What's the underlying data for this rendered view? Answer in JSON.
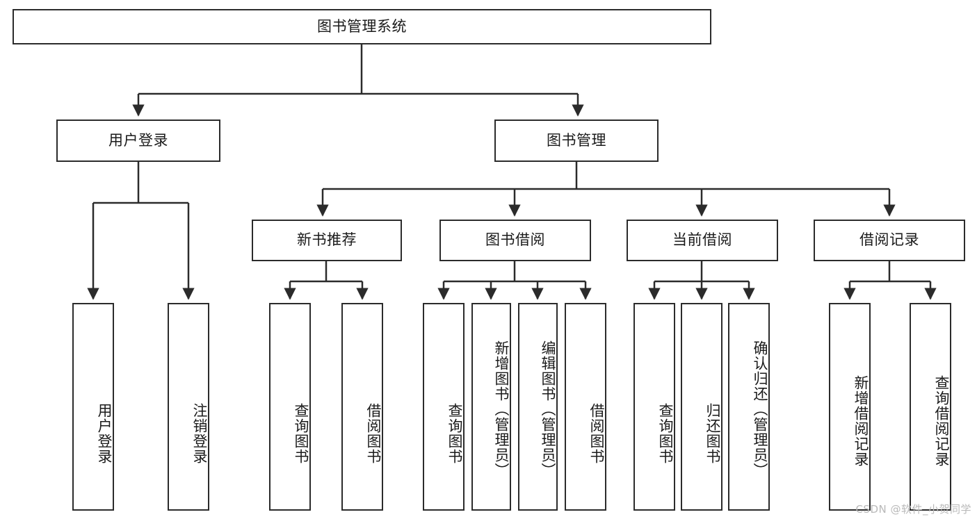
{
  "diagram": {
    "title_node": {
      "label": "图书管理系统"
    },
    "level2": [
      {
        "id": "user-login",
        "label": "用户登录"
      },
      {
        "id": "book-management",
        "label": "图书管理"
      }
    ],
    "level3": [
      {
        "id": "new-book-recommend",
        "label": "新书推荐"
      },
      {
        "id": "book-borrow",
        "label": "图书借阅"
      },
      {
        "id": "current-borrow",
        "label": "当前借阅"
      },
      {
        "id": "borrow-record",
        "label": "借阅记录"
      }
    ],
    "leaves": {
      "user_login": [
        {
          "id": "leaf-user-login",
          "label": "用户登录"
        },
        {
          "id": "leaf-logout-login",
          "label": "注销登录"
        }
      ],
      "new_book_recommend": [
        {
          "id": "leaf-query-book-1",
          "label": "查询图书"
        },
        {
          "id": "leaf-borrow-book-1",
          "label": "借阅图书"
        }
      ],
      "book_borrow": [
        {
          "id": "leaf-query-book-2",
          "label": "查询图书"
        },
        {
          "id": "leaf-add-book",
          "label": "新增图书（管理员）"
        },
        {
          "id": "leaf-edit-book",
          "label": "编辑图书（管理员）"
        },
        {
          "id": "leaf-borrow-book-2",
          "label": "借阅图书"
        }
      ],
      "current_borrow": [
        {
          "id": "leaf-query-book-3",
          "label": "查询图书"
        },
        {
          "id": "leaf-return-book",
          "label": "归还图书"
        },
        {
          "id": "leaf-confirm-return",
          "label": "确认归还（管理员）"
        }
      ],
      "borrow_record": [
        {
          "id": "leaf-add-record",
          "label": "新增借阅记录"
        },
        {
          "id": "leaf-query-record",
          "label": "查询借阅记录"
        }
      ]
    },
    "watermark": "CSDN @软件_小贺同学",
    "colors": {
      "stroke": "#2b2b2b",
      "fill": "#ffffff",
      "text": "#1a1a1a",
      "watermark": "#b9b9b9"
    }
  }
}
